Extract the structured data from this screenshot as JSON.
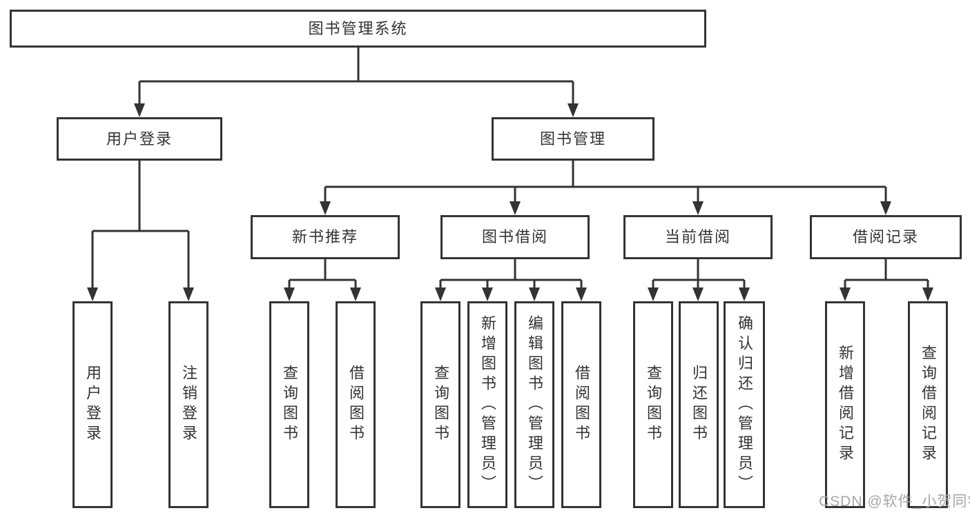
{
  "tree": {
    "root": {
      "label": "图书管理系统",
      "children": [
        {
          "label": "用户登录",
          "children": [
            {
              "label": "用户登录"
            },
            {
              "label": "注销登录"
            }
          ]
        },
        {
          "label": "图书管理",
          "children": [
            {
              "label": "新书推荐",
              "children": [
                {
                  "label": "查询图书"
                },
                {
                  "label": "借阅图书"
                }
              ]
            },
            {
              "label": "图书借阅",
              "children": [
                {
                  "label": "查询图书"
                },
                {
                  "label": "新增图书（管理员）"
                },
                {
                  "label": "编辑图书（管理员）"
                },
                {
                  "label": "借阅图书"
                }
              ]
            },
            {
              "label": "当前借阅",
              "children": [
                {
                  "label": "查询图书"
                },
                {
                  "label": "归还图书"
                },
                {
                  "label": "确认归还（管理员）"
                }
              ]
            },
            {
              "label": "借阅记录",
              "children": [
                {
                  "label": "新增借阅记录"
                },
                {
                  "label": "查询借阅记录"
                }
              ]
            }
          ]
        }
      ]
    }
  },
  "watermark": {
    "text": "CSDN @软件_小贺同学"
  },
  "colors": {
    "line": "#333333",
    "border": "#333333",
    "fill": "#ffffff",
    "text": "#333333",
    "watermark": "#a6a6a6"
  }
}
